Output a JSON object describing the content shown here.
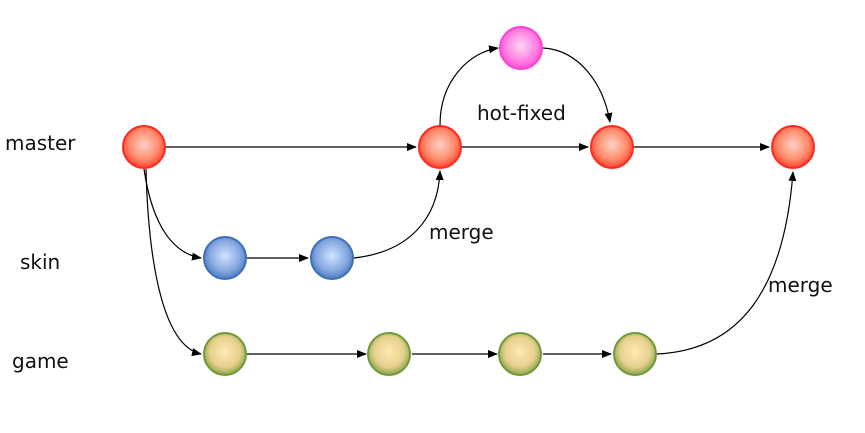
{
  "branches": {
    "master": "master",
    "skin": "skin",
    "game": "game"
  },
  "labels": {
    "hotfix": "hot-fixed",
    "merge_skin": "merge",
    "merge_game": "merge"
  },
  "colors": {
    "master": "#ff2a1f",
    "hotfix": "#ff40d0",
    "skin": "#3f6fb6",
    "game": "#6f9a38",
    "arrow": "#000000"
  }
}
